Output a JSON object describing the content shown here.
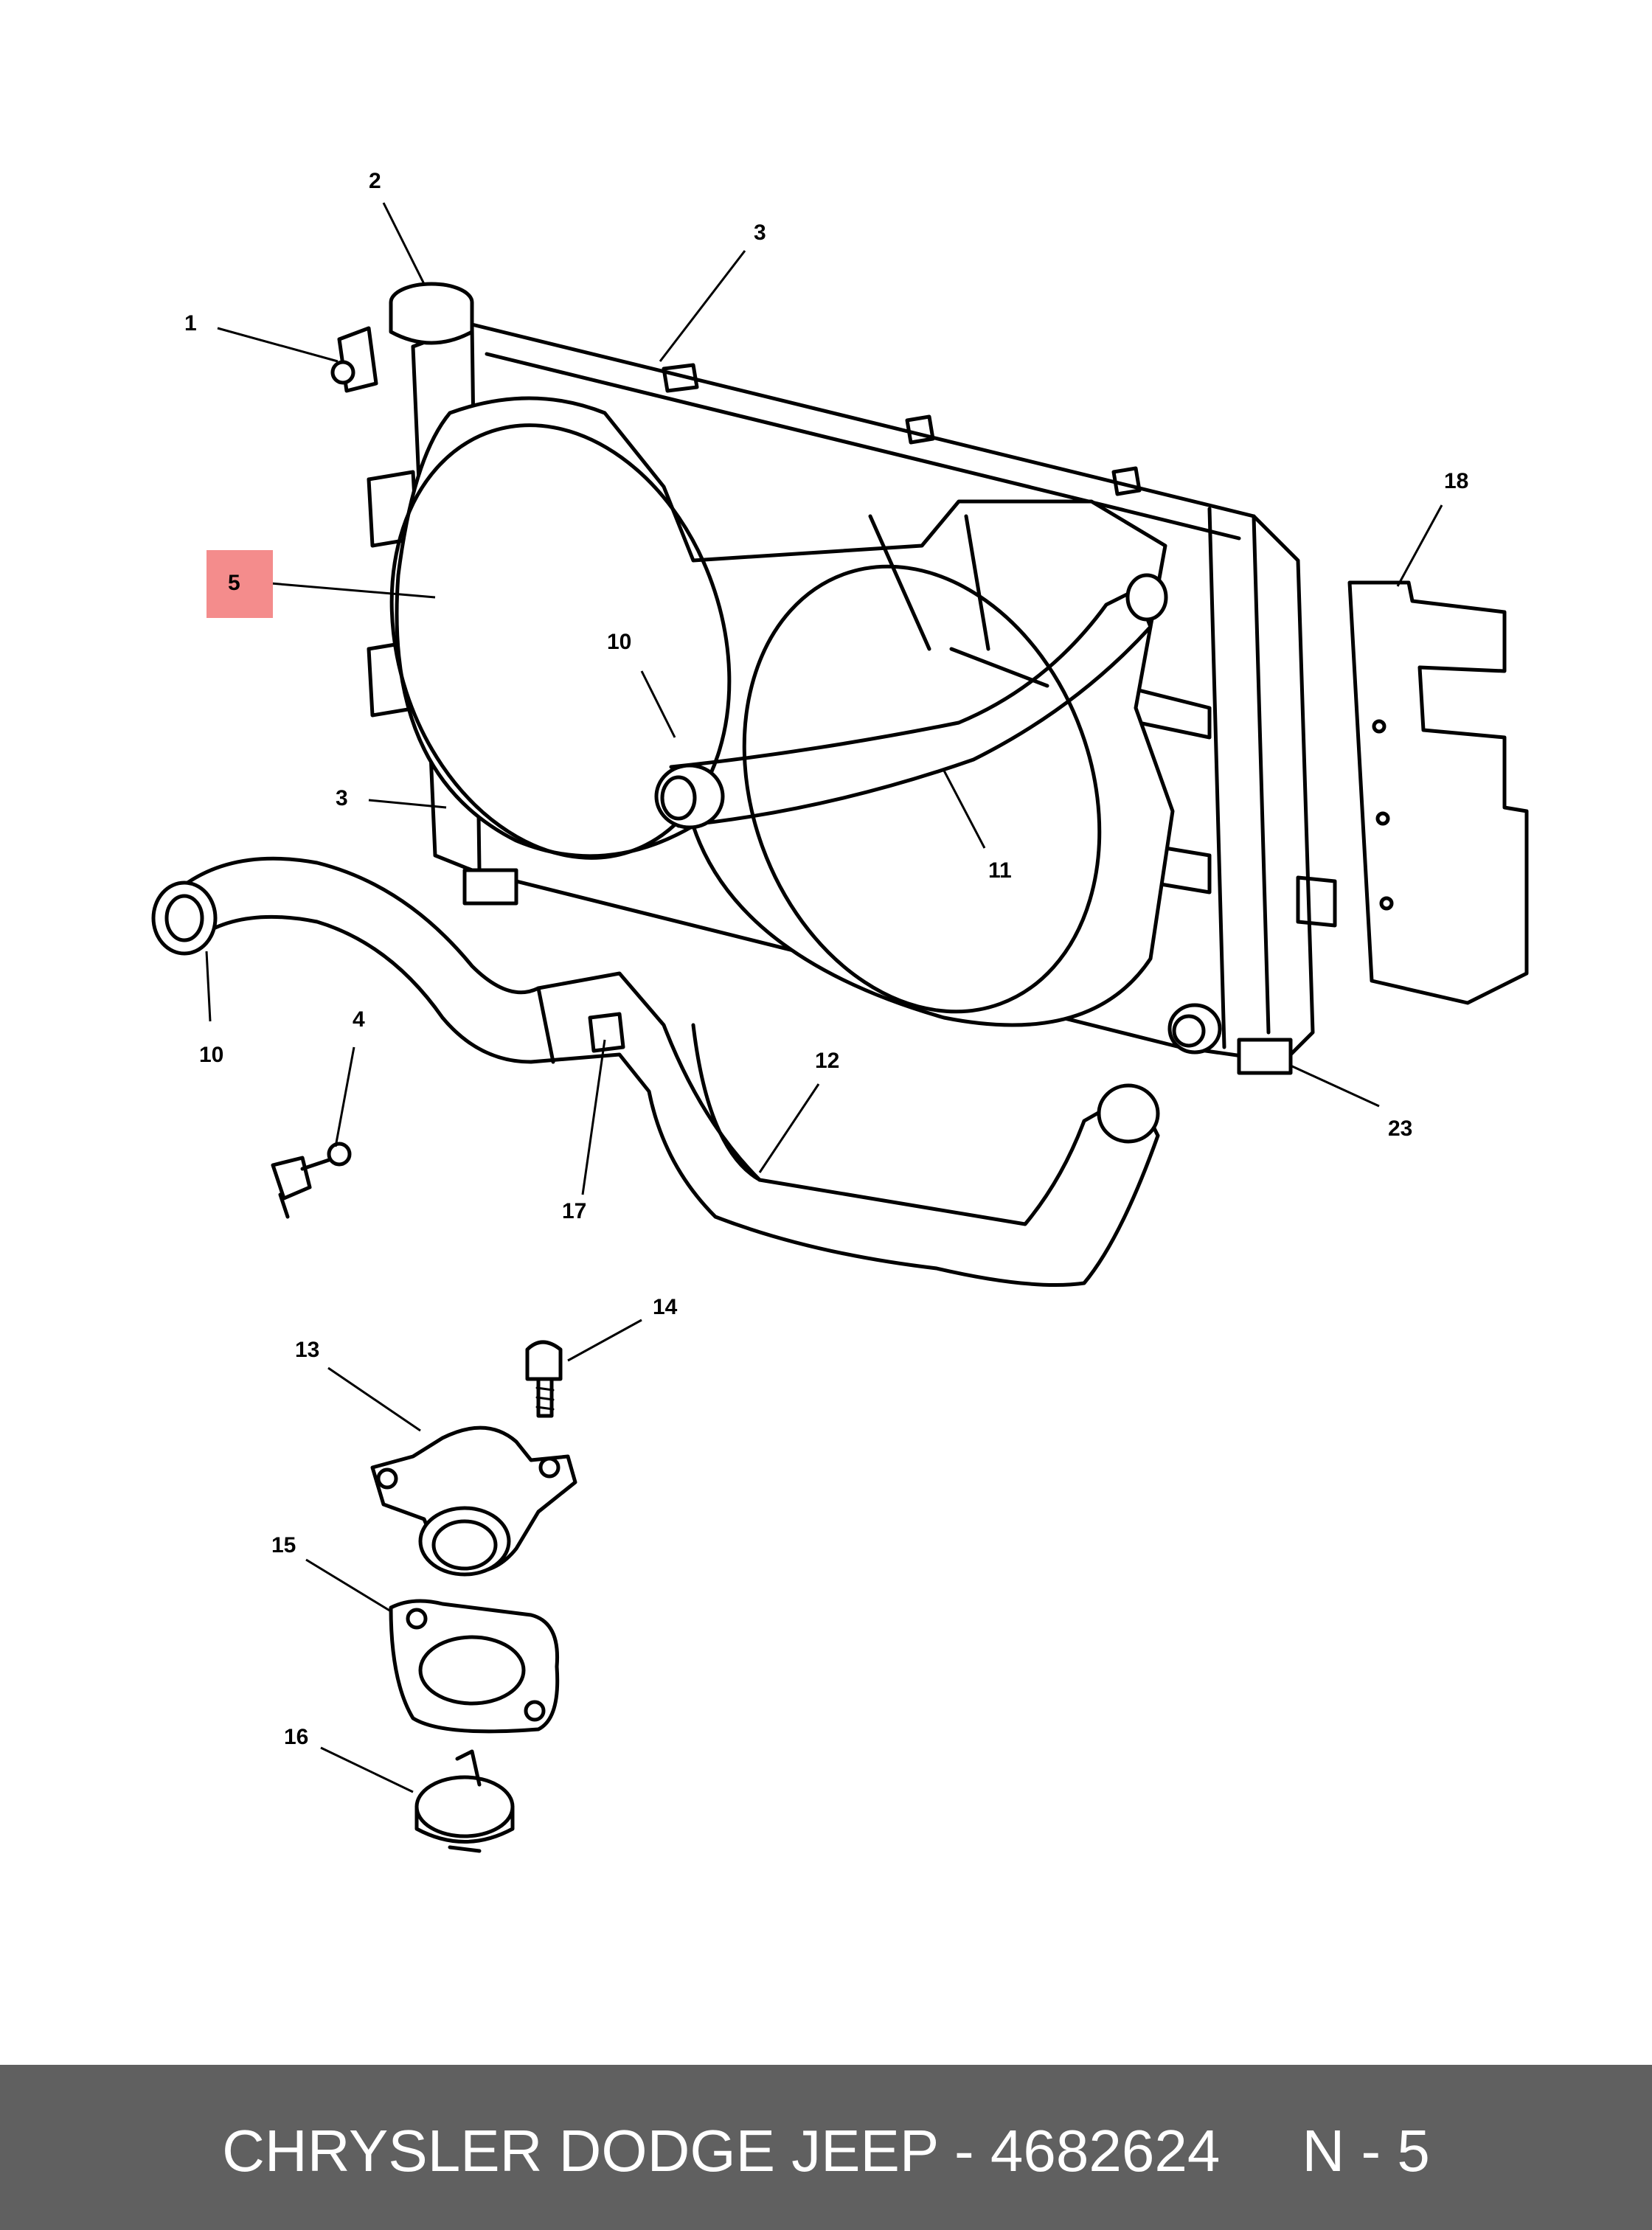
{
  "diagram": {
    "callouts": {
      "c1": "1",
      "c2": "2",
      "c3a": "3",
      "c3b": "3",
      "c4": "4",
      "c5": "5",
      "c10a": "10",
      "c10b": "10",
      "c11": "11",
      "c12": "12",
      "c13": "13",
      "c14": "14",
      "c15": "15",
      "c16": "16",
      "c17": "17",
      "c18": "18",
      "c23": "23"
    },
    "highlighted_callout": "5",
    "highlight_color": "#f48c8c"
  },
  "footer": {
    "brand_and_part": "CHRYSLER DODGE JEEP - 4682624",
    "page_ref": "N - 5",
    "background_color": "#606060",
    "text_color": "#ffffff"
  }
}
